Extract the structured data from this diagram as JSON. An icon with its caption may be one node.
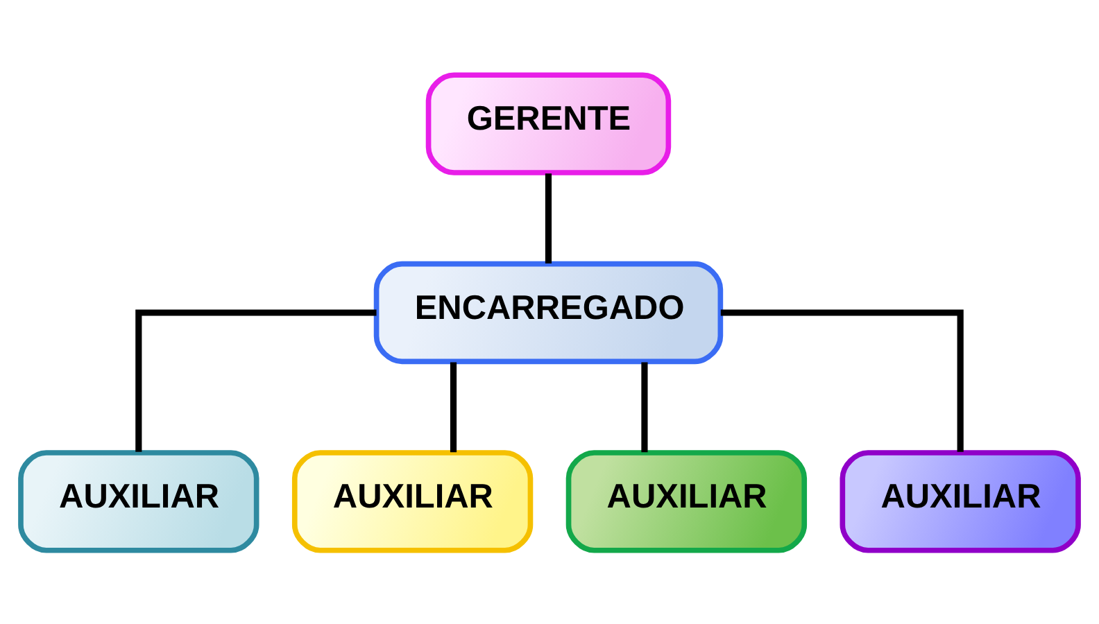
{
  "diagram": {
    "nodes": [
      {
        "text": [
          "GERENTE"
        ]
      },
      {
        "text": [
          "ENCARREGADO"
        ]
      },
      {
        "text": [
          "AUXILIAR"
        ]
      },
      {
        "text": [
          "AUXILIAR"
        ]
      },
      {
        "text": [
          "AUXILIAR"
        ]
      },
      {
        "text": [
          "AUXILIAR"
        ]
      }
    ],
    "edges": [
      {
        "from": 0,
        "to": 1,
        "arrow": "none"
      },
      {
        "from": 1,
        "to": 2,
        "arrow": "none"
      },
      {
        "from": 1,
        "to": 3,
        "arrow": "none"
      },
      {
        "from": 1,
        "to": 4,
        "arrow": "none"
      },
      {
        "from": 1,
        "to": 5,
        "arrow": "none"
      }
    ]
  }
}
